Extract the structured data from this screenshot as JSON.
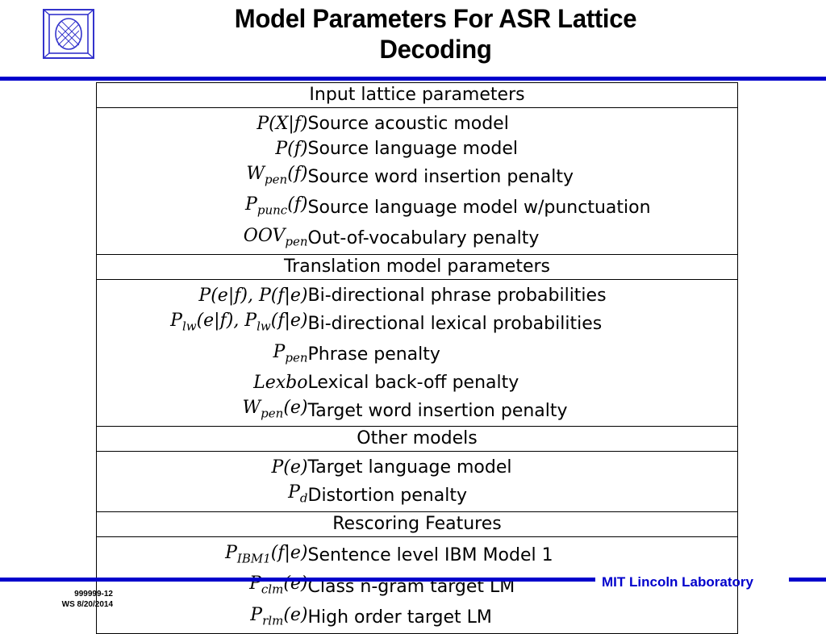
{
  "title_line1": "Model Parameters For ASR Lattice",
  "title_line2": "Decoding",
  "logo_icon": "mit-ll-seal-icon",
  "accent_color": "#0000cc",
  "sections": [
    {
      "header": "Input lattice parameters",
      "rows": [
        {
          "symbol": "P(X|f)",
          "desc": "Source acoustic model"
        },
        {
          "symbol": "P(f)",
          "desc": "Source language model"
        },
        {
          "symbol": "W_pen(f)",
          "desc": "Source word insertion penalty"
        },
        {
          "symbol": "P_punc(f)",
          "desc": "Source language model w/punctuation"
        },
        {
          "symbol": "OOV_pen",
          "desc": "Out-of-vocabulary penalty"
        }
      ]
    },
    {
      "header": "Translation model parameters",
      "rows": [
        {
          "symbol": "P(e|f), P(f|e)",
          "desc": "Bi-directional phrase probabilities"
        },
        {
          "symbol": "P_lw(e|f), P_lw(f|e)",
          "desc": "Bi-directional lexical probabilities"
        },
        {
          "symbol": "P_pen",
          "desc": "Phrase penalty"
        },
        {
          "symbol": "Lexbo",
          "desc": "Lexical back-off penalty"
        },
        {
          "symbol": "W_pen(e)",
          "desc": "Target word insertion penalty"
        }
      ]
    },
    {
      "header": "Other models",
      "rows": [
        {
          "symbol": "P(e)",
          "desc": "Target language model"
        },
        {
          "symbol": "P_d",
          "desc": "Distortion penalty"
        }
      ]
    },
    {
      "header": "Rescoring Features",
      "rows": [
        {
          "symbol": "P_IBM1(f|e)",
          "desc": "Sentence level IBM Model 1"
        },
        {
          "symbol": "P_clm(e)",
          "desc": "Class n-gram target LM"
        },
        {
          "symbol": "P_rlm(e)",
          "desc": "High order target LM"
        }
      ]
    }
  ],
  "footer_lab": "MIT Lincoln Laboratory",
  "footer_id": "999999-12",
  "footer_date": "WS 8/20/2014"
}
